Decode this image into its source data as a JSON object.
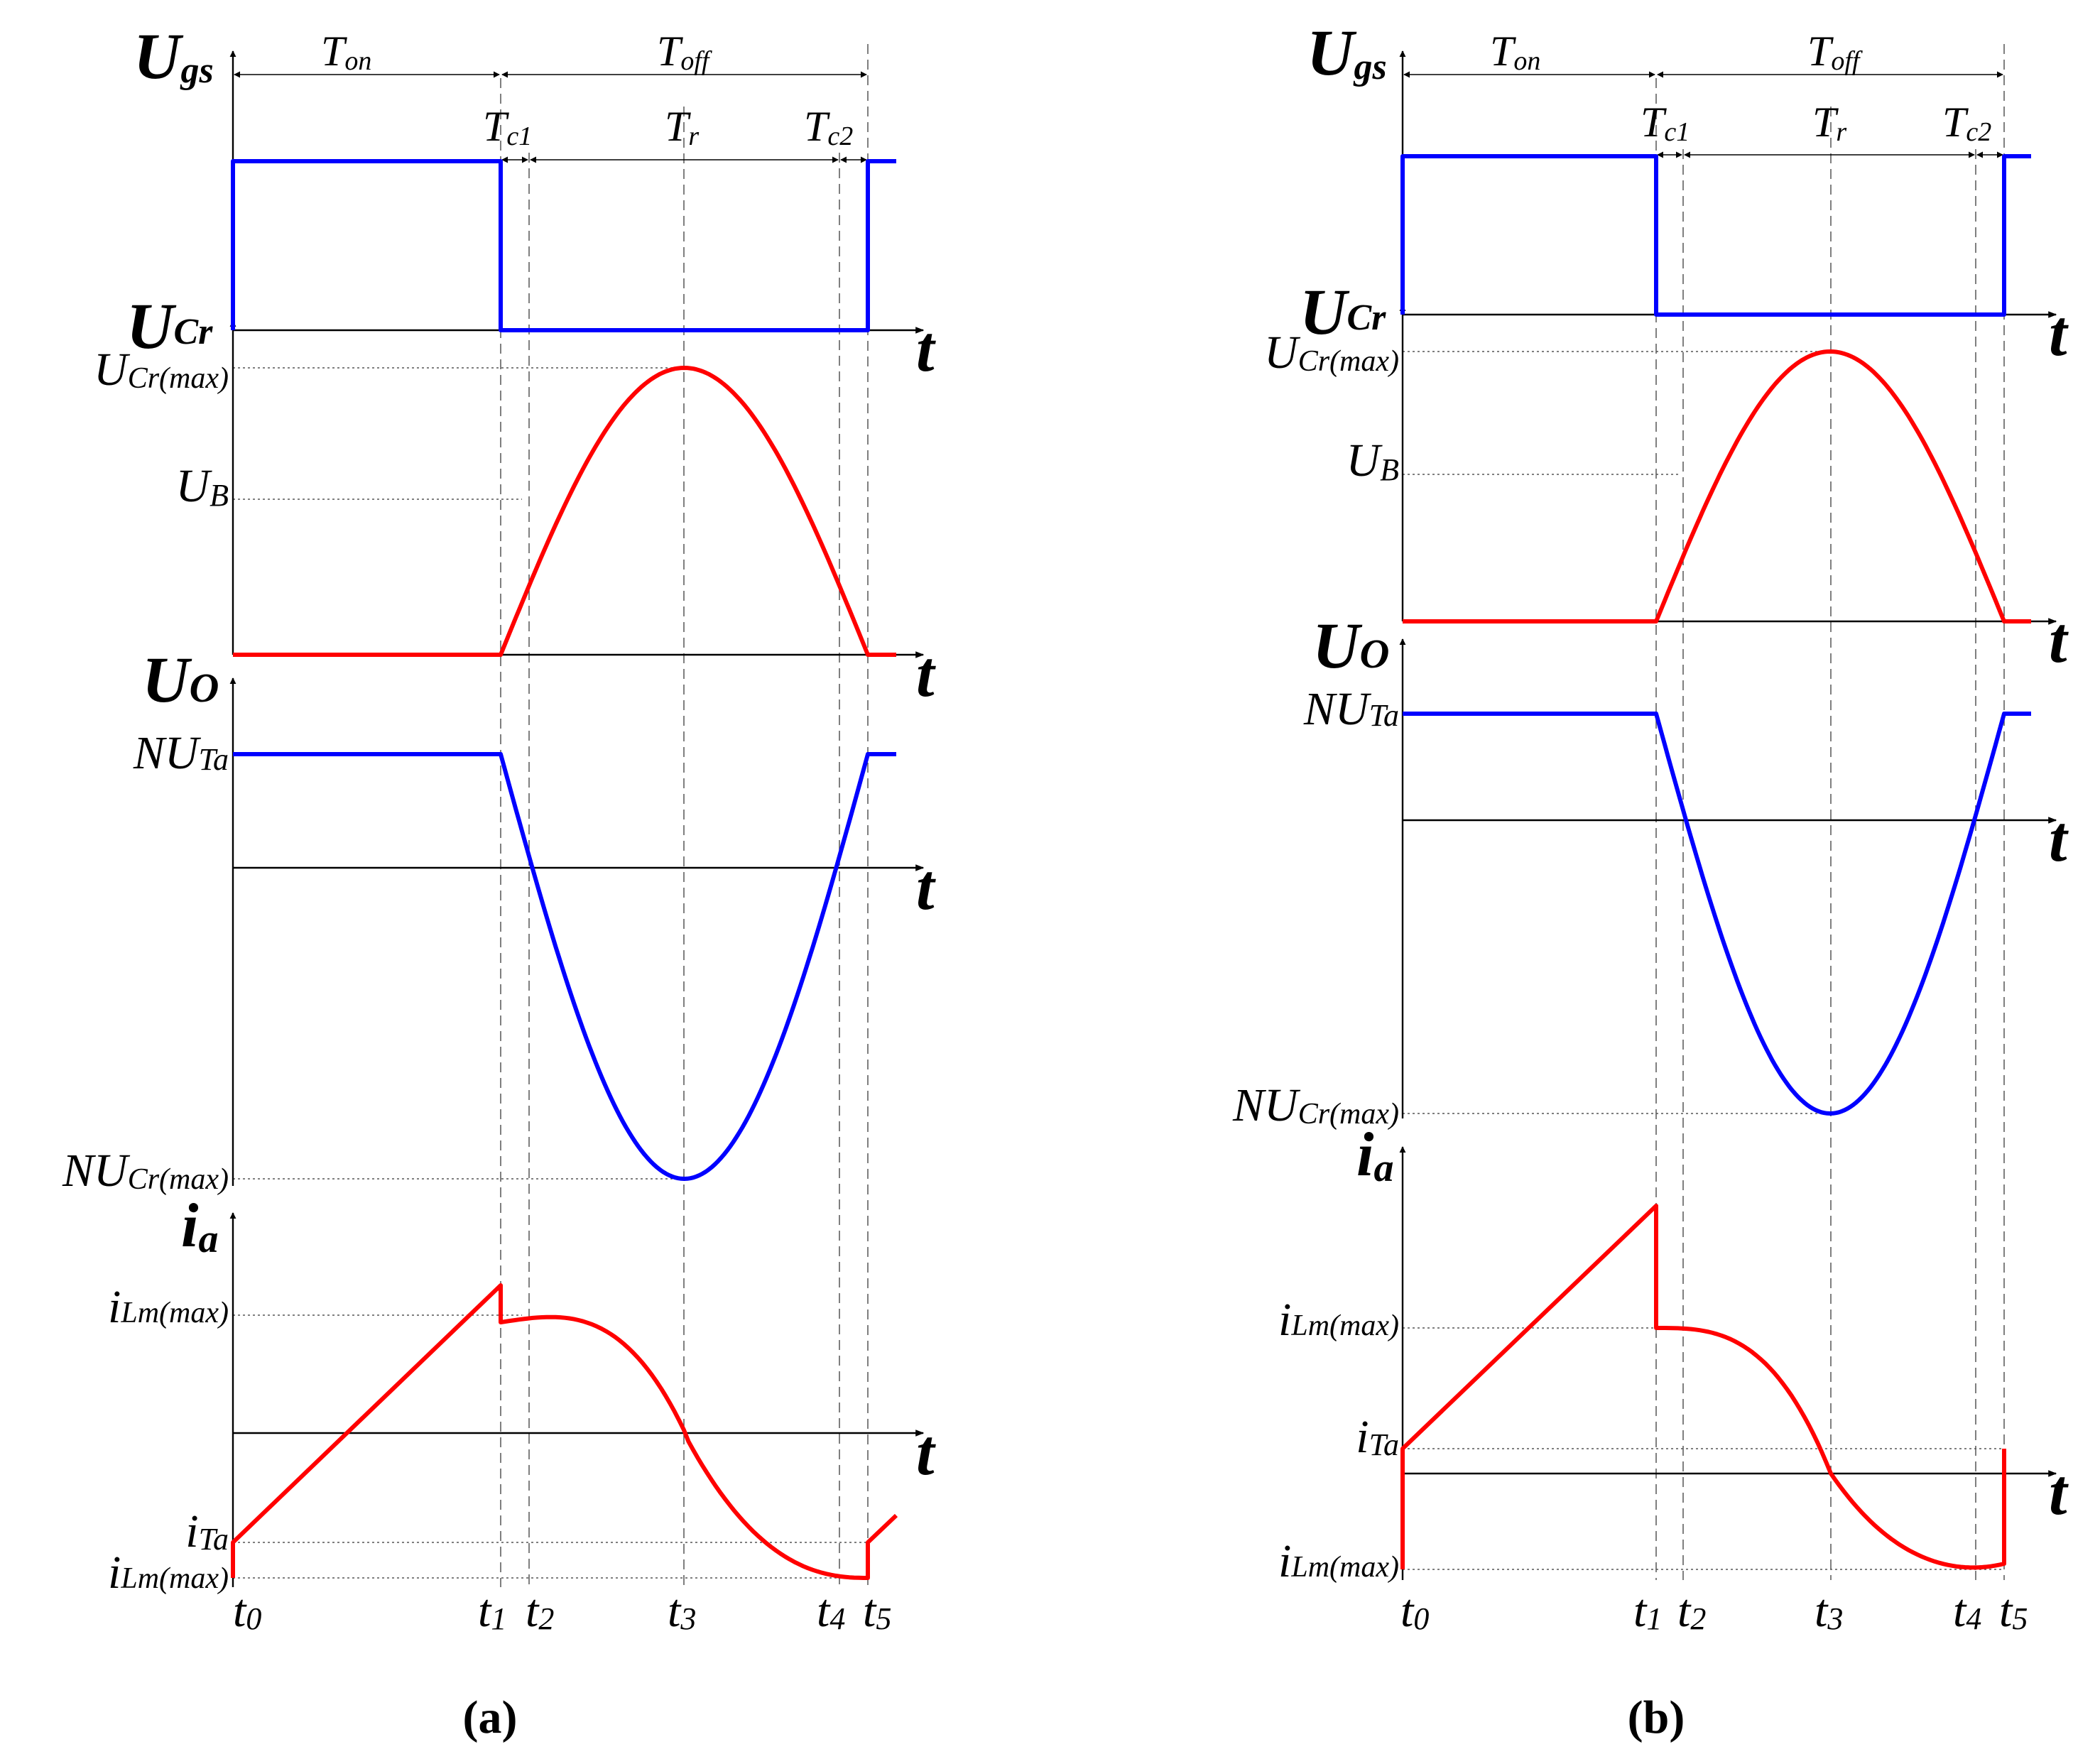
{
  "colors": {
    "blue": "#0000ff",
    "red": "#ff0000",
    "axis": "#000000",
    "guide": "#555555"
  },
  "axis_symbol": "t",
  "intervals": {
    "on": "on",
    "off": "off",
    "c1": "c1",
    "r": "r",
    "c2": "c2",
    "T": "T"
  },
  "panels": [
    {
      "caption": {
        "open": "(",
        "letter": "a",
        "close": ")"
      },
      "signals": {
        "ugs": {
          "main": "U",
          "sub": "gs"
        },
        "ucr": {
          "main": "U",
          "sub": "Cr"
        },
        "uo": {
          "main": "U",
          "sub": "O"
        },
        "ia": {
          "main": "i",
          "sub": "a"
        }
      },
      "levels": {
        "ucr_max": {
          "main": "U",
          "sub": "Cr(max)"
        },
        "ub": {
          "main": "U",
          "sub": "B"
        },
        "nuta": {
          "main": "NU",
          "sub": "Ta"
        },
        "nucr_max": {
          "main": "NU",
          "sub": "Cr(max)"
        },
        "ilm_max_pos": {
          "main": "i",
          "sub": "Lm(max)"
        },
        "ita": {
          "main": "i",
          "sub": "Ta"
        },
        "ilm_max_neg": {
          "main": "i",
          "sub": "Lm(max)"
        }
      },
      "instants": [
        {
          "main": "t",
          "sub": "0"
        },
        {
          "main": "t",
          "sub": "1"
        },
        {
          "main": "t",
          "sub": "2"
        },
        {
          "main": "t",
          "sub": "3"
        },
        {
          "main": "t",
          "sub": "4"
        },
        {
          "main": "t",
          "sub": "5"
        }
      ]
    },
    {
      "caption": {
        "open": "(",
        "letter": "b",
        "close": ")"
      },
      "signals": {
        "ugs": {
          "main": "U",
          "sub": "gs"
        },
        "ucr": {
          "main": "U",
          "sub": "Cr"
        },
        "uo": {
          "main": "U",
          "sub": "O"
        },
        "ia": {
          "main": "i",
          "sub": "a"
        }
      },
      "levels": {
        "ucr_max": {
          "main": "U",
          "sub": "Cr(max)"
        },
        "ub": {
          "main": "U",
          "sub": "B"
        },
        "nuta": {
          "main": "NU",
          "sub": "Ta"
        },
        "nucr_max": {
          "main": "NU",
          "sub": "Cr(max)"
        },
        "ilm_max_pos": {
          "main": "i",
          "sub": "Lm(max)"
        },
        "ita": {
          "main": "i",
          "sub": "Ta"
        },
        "ilm_max_neg": {
          "main": "i",
          "sub": "Lm(max)"
        }
      },
      "instants": [
        {
          "main": "t",
          "sub": "0"
        },
        {
          "main": "t",
          "sub": "1"
        },
        {
          "main": "t",
          "sub": "2"
        },
        {
          "main": "t",
          "sub": "3"
        },
        {
          "main": "t",
          "sub": "4"
        },
        {
          "main": "t",
          "sub": "5"
        }
      ]
    }
  ]
}
